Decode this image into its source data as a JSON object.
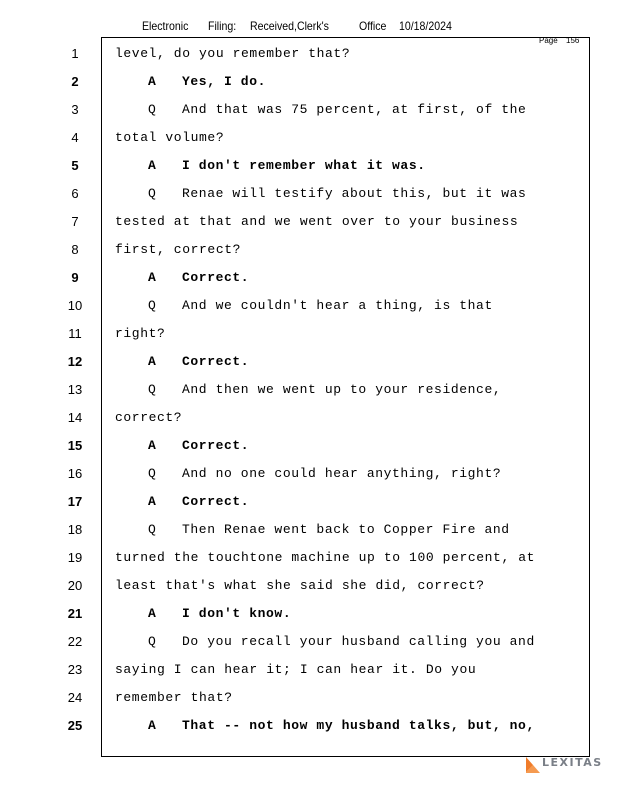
{
  "header": {
    "parts": [
      "Electronic",
      "Filing:",
      "Received,Clerk's",
      "Office",
      "10/18/2024"
    ]
  },
  "page_label": "Page",
  "page_number": "156",
  "logo": "LEXITAS",
  "lines": [
    {
      "n": "1",
      "sp": "",
      "t": "level, do you remember that?",
      "b": false,
      "indent": false
    },
    {
      "n": "2",
      "sp": "A",
      "t": "Yes, I do.",
      "b": true,
      "indent": true
    },
    {
      "n": "3",
      "sp": "Q",
      "t": "And that was 75 percent, at first, of the",
      "b": false,
      "indent": true
    },
    {
      "n": "4",
      "sp": "",
      "t": "total volume?",
      "b": false,
      "indent": false
    },
    {
      "n": "5",
      "sp": "A",
      "t": "I don't remember what it was.",
      "b": true,
      "indent": true
    },
    {
      "n": "6",
      "sp": "Q",
      "t": "Renae will testify about this, but it was",
      "b": false,
      "indent": true
    },
    {
      "n": "7",
      "sp": "",
      "t": "tested at that and we went over to your business",
      "b": false,
      "indent": false
    },
    {
      "n": "8",
      "sp": "",
      "t": "first, correct?",
      "b": false,
      "indent": false
    },
    {
      "n": "9",
      "sp": "A",
      "t": "Correct.",
      "b": true,
      "indent": true
    },
    {
      "n": "10",
      "sp": "Q",
      "t": "And we couldn't hear a thing, is that",
      "b": false,
      "indent": true
    },
    {
      "n": "11",
      "sp": "",
      "t": "right?",
      "b": false,
      "indent": false
    },
    {
      "n": "12",
      "sp": "A",
      "t": "Correct.",
      "b": true,
      "indent": true
    },
    {
      "n": "13",
      "sp": "Q",
      "t": "And then we went up to your residence,",
      "b": false,
      "indent": true
    },
    {
      "n": "14",
      "sp": "",
      "t": "correct?",
      "b": false,
      "indent": false
    },
    {
      "n": "15",
      "sp": "A",
      "t": "Correct.",
      "b": true,
      "indent": true
    },
    {
      "n": "16",
      "sp": "Q",
      "t": "And no one could hear anything, right?",
      "b": false,
      "indent": true
    },
    {
      "n": "17",
      "sp": "A",
      "t": "Correct.",
      "b": true,
      "indent": true
    },
    {
      "n": "18",
      "sp": "Q",
      "t": "Then Renae went back to Copper Fire and",
      "b": false,
      "indent": true
    },
    {
      "n": "19",
      "sp": "",
      "t": "turned the touchtone machine up to 100 percent, at",
      "b": false,
      "indent": false
    },
    {
      "n": "20",
      "sp": "",
      "t": "least that's what she said she did, correct?",
      "b": false,
      "indent": false
    },
    {
      "n": "21",
      "sp": "A",
      "t": "I don't know.",
      "b": true,
      "indent": true
    },
    {
      "n": "22",
      "sp": "Q",
      "t": "Do you recall your husband calling you and",
      "b": false,
      "indent": true
    },
    {
      "n": "23",
      "sp": "",
      "t": "saying I can hear it; I can hear it. Do you",
      "b": false,
      "indent": false
    },
    {
      "n": "24",
      "sp": "",
      "t": "remember that?",
      "b": false,
      "indent": false
    },
    {
      "n": "25",
      "sp": "A",
      "t": "That -- not how my husband talks, but, no,",
      "b": true,
      "indent": true
    }
  ]
}
